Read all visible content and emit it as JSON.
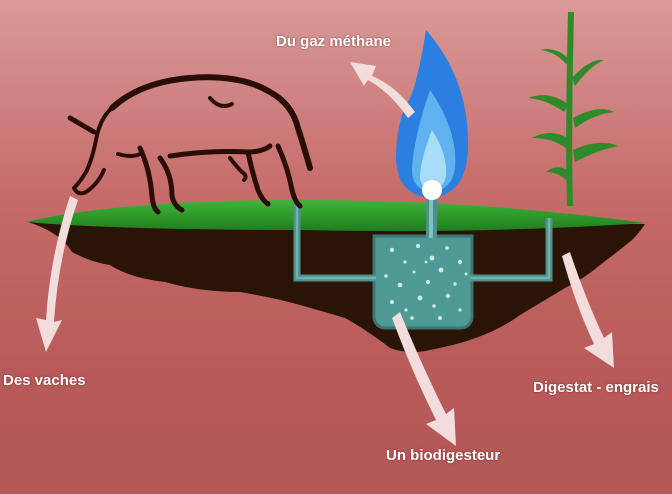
{
  "labels": {
    "methane": "Du gaz méthane",
    "cows": "Des vaches",
    "digestate": "Digestat - engrais",
    "biodigester": "Un biodigesteur"
  },
  "colors": {
    "background_top": "#d99a98",
    "background_bottom": "#b35757",
    "grass": "#2e9a2a",
    "soil": "#2a1408",
    "pipe": "#4f8f8c",
    "digester_fill": "#4f9a95",
    "flame_outer": "#2a7fe0",
    "flame_inner": "#8fd3f5",
    "arrow": "#f3dcdc",
    "cow_outline": "#2a0e06",
    "plant": "#2f8a2a"
  }
}
